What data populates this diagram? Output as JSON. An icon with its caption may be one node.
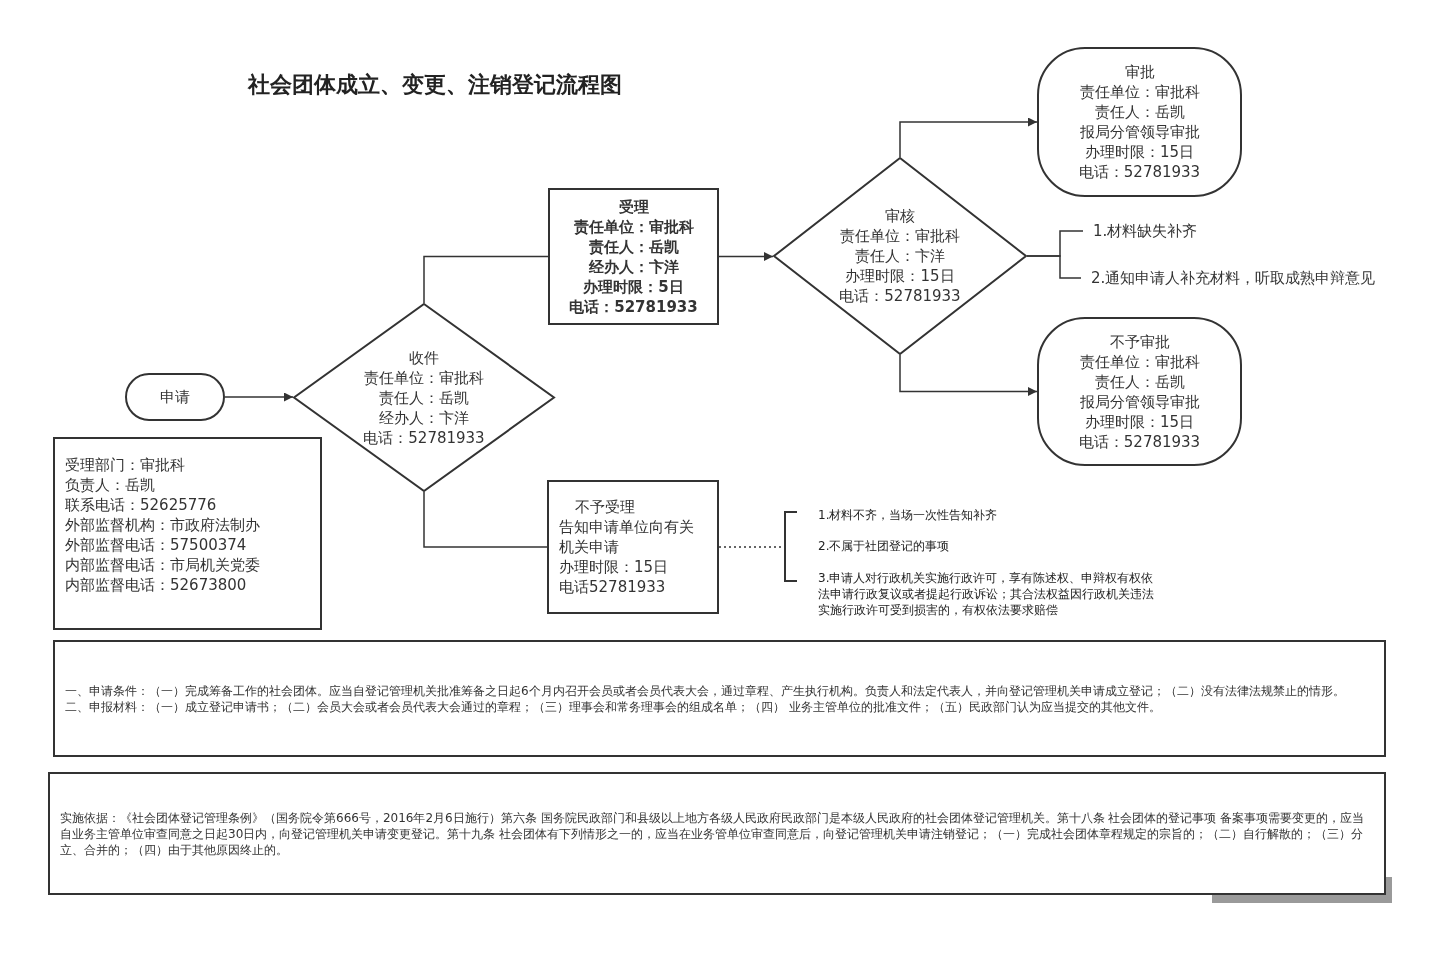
{
  "diagram": {
    "title": "社会团体成立、变更、注销登记流程图",
    "nodes": [
      {
        "text": [
          "申请"
        ]
      },
      {
        "text": [
          "收件",
          "责任单位：审批科",
          "责任人：岳凯",
          "经办人：卞洋",
          "电话：52781933"
        ]
      },
      {
        "text": [
          "受理",
          "责任单位：审批科",
          "责任人：岳凯",
          "经办人：卞洋",
          "办理时限：5日",
          "电话：52781933"
        ]
      },
      {
        "text": [
          "不予受理",
          "告知申请单位向有关机关申请",
          "办理时限：15日",
          "电话52781933"
        ]
      },
      {
        "text": [
          "审核",
          "责任单位：审批科",
          "责任人：卞洋",
          "办理时限：15日",
          "电话：52781933"
        ]
      },
      {
        "text": [
          "审批",
          "责任单位：审批科",
          "责任人：岳凯",
          "报局分管领导审批",
          "办理时限：15日",
          "电话：52781933"
        ]
      },
      {
        "text": [
          "不予审批",
          "责任单位：审批科",
          "责任人：岳凯",
          "报局分管领导审批",
          "办理时限：15日",
          "电话：52781933"
        ]
      },
      {
        "text": [
          "受理部门：审批科",
          "负责人：岳凯",
          "联系电话：52625776",
          "外部监督机构：市政府法制办",
          "外部监督电话：57500374",
          "内部监督电话：市局机关党委",
          "内部监督电话：52673800"
        ]
      },
      {
        "text": [
          "一、申请条件：（一）完成筹备工作的社会团体。应当自登记管理机关批准筹备之日起6个月内召开会员或者会员代表大会，通过章程、产生执行机构。负责人和法定代表人，并向登记管理机关申请成立登记；（二）没有法律法规禁止的情形。",
          "二、申报材料：（一）成立登记申请书；（二）会员大会或者会员代表大会通过的章程；（三）理事会和常务理事会的组成名单；（四） 业务主管单位的批准文件；（五）民政部门认为应当提交的其他文件。"
        ]
      },
      {
        "text": [
          "实施依据：《社会团体登记管理条例》（国务院令第666号，2016年2月6日施行）第六条 国务院民政部门和县级以上地方各级人民政府民政部门是本级人民政府的社会团体登记管理机关。第十八条 社会团体的登记事项 备案事项需要变更的，应当自业务主管单位审查同意之日起30日内，向登记管理机关申请变更登记。第十九条 社会团体有下列情形之一的，应当在业务管单位审查同意后，向登记管理机关申请注销登记；（一）完成社会团体章程规定的宗旨的；（二）自行解散的；（三）分立、合并的；（四）由于其他原因终止的。"
        ]
      },
      {
        "text": [
          "1.材料缺失补齐"
        ]
      },
      {
        "text": [
          "2.通知申请人补充材料，听取成熟申辩意见"
        ]
      }
    ],
    "edges": [
      {
        "from": 0,
        "to": 1,
        "arrow": "to"
      },
      {
        "from": 1,
        "to": 2,
        "arrow": "none"
      },
      {
        "from": 1,
        "to": 3,
        "arrow": "none"
      },
      {
        "from": 2,
        "to": 4,
        "arrow": "to"
      },
      {
        "from": 4,
        "to": 5,
        "arrow": "to"
      },
      {
        "from": 4,
        "to": 6,
        "arrow": "to"
      },
      {
        "from": 4,
        "to": 10,
        "arrow": "none"
      },
      {
        "from": 4,
        "to": 11,
        "arrow": "none"
      },
      {
        "from": 3,
        "to": null,
        "arrow": "none",
        "style": "dashed"
      }
    ],
    "labels": [
      "1.材料不齐，当场一次性告知补齐",
      "2.不属于社团登记的事项",
      "3.申请人对行政机关实施行政许可，享有陈述权、申辩权有权依法申请行政复议或者提起行政诉讼；其合法权益因行政机关违法实施行政许可受到损害的，有权依法要求赔偿"
    ]
  }
}
